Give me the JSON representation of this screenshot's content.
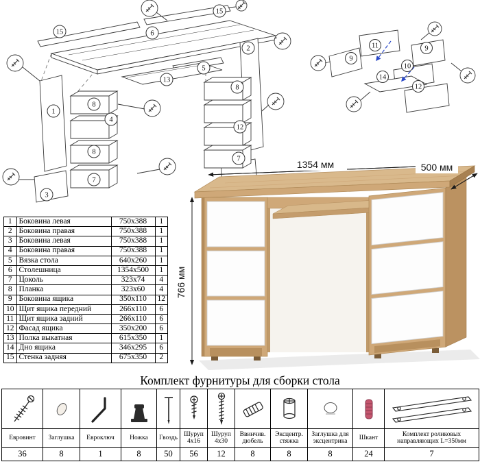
{
  "title": "Комплект фурнитуры для сборки стола",
  "dimensions": {
    "width": "1354 мм",
    "depth": "500 мм",
    "height": "766 мм"
  },
  "parts_table": {
    "rows": [
      {
        "num": "1",
        "name": "Боковина левая",
        "size": "750x388",
        "qty": "1"
      },
      {
        "num": "2",
        "name": "Боковина правая",
        "size": "750x388",
        "qty": "1"
      },
      {
        "num": "3",
        "name": "Боковина левая",
        "size": "750x388",
        "qty": "1"
      },
      {
        "num": "4",
        "name": "Боковина правая",
        "size": "750x388",
        "qty": "1"
      },
      {
        "num": "5",
        "name": "Вязка стола",
        "size": "640x260",
        "qty": "1"
      },
      {
        "num": "6",
        "name": "Столешница",
        "size": "1354x500",
        "qty": "1"
      },
      {
        "num": "7",
        "name": "Цоколь",
        "size": "323x74",
        "qty": "4"
      },
      {
        "num": "8",
        "name": "Планка",
        "size": "323x60",
        "qty": "4"
      },
      {
        "num": "9",
        "name": "Боковина ящика",
        "size": "350x110",
        "qty": "12"
      },
      {
        "num": "10",
        "name": "Щит ящика передний",
        "size": "266x110",
        "qty": "6"
      },
      {
        "num": "11",
        "name": "Щит ящика задний",
        "size": "266x110",
        "qty": "6"
      },
      {
        "num": "12",
        "name": "Фасад ящика",
        "size": "350x200",
        "qty": "6"
      },
      {
        "num": "13",
        "name": "Полка выкатная",
        "size": "615x350",
        "qty": "1"
      },
      {
        "num": "14",
        "name": "Дно ящика",
        "size": "346x295",
        "qty": "6"
      },
      {
        "num": "15",
        "name": "Стенка задняя",
        "size": "675x350",
        "qty": "2"
      }
    ]
  },
  "exploded_main": {
    "callouts": [
      "15",
      "6",
      "15",
      "2",
      "5",
      "13",
      "1",
      "8",
      "4",
      "8",
      "3",
      "7",
      "8",
      "12",
      "7"
    ]
  },
  "exploded_drawer": {
    "callouts": [
      "11",
      "9",
      "9",
      "10",
      "14",
      "12"
    ]
  },
  "hardware_table": {
    "items": [
      {
        "name": "Евровинт",
        "qty": "36"
      },
      {
        "name": "Заглушка",
        "qty": "8"
      },
      {
        "name": "Евроключ",
        "qty": "1"
      },
      {
        "name": "Ножка",
        "qty": "8"
      },
      {
        "name": "Гвоздь",
        "qty": "50"
      },
      {
        "name": "Шуруп 4x16",
        "qty": "56"
      },
      {
        "name": "Шуруп 4x30",
        "qty": "12"
      },
      {
        "name": "Ввинчив. дюбель",
        "qty": "8"
      },
      {
        "name": "Эксцентр. стяжка",
        "qty": "8"
      },
      {
        "name": "Заглушка для эксцентрика",
        "qty": "8"
      },
      {
        "name": "Шкант",
        "qty": "24"
      },
      {
        "name": "Комплект роликовых направляющих L=350мм",
        "qty": "7"
      }
    ]
  },
  "colors": {
    "wood": "#d3ad7e",
    "wood_dark": "#b48c5c",
    "drawer_white": "#ffffff",
    "arrow_blue": "#2b49c8"
  }
}
